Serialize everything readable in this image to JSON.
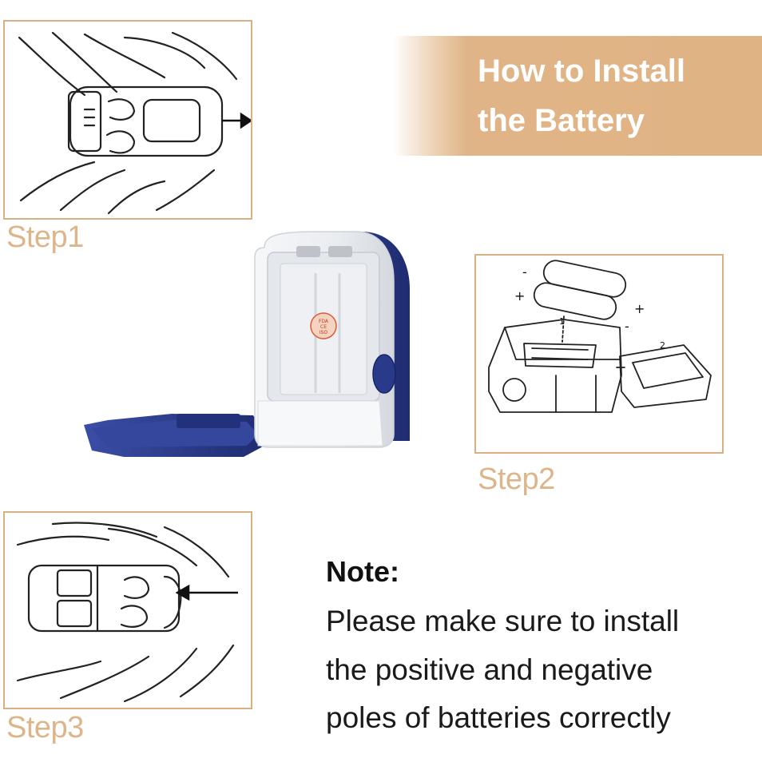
{
  "banner": {
    "line1": "How to Install",
    "line2": "the Battery"
  },
  "steps": {
    "step1": "Step1",
    "step2": "Step2",
    "step3": "Step3"
  },
  "device_label": {
    "lines": [
      "FDA",
      "CE",
      "ISO"
    ]
  },
  "step2_diagram": {
    "minus_top": "-",
    "plus_left": "+",
    "plus_right": "+",
    "minus_right": "-",
    "num1": "1",
    "num2": "2"
  },
  "note": {
    "title": "Note:",
    "line1": "Please make sure to install",
    "line2": "the positive and negative",
    "line3": "poles of batteries correctly"
  },
  "colors": {
    "accent": "#dfb384",
    "frame": "#d7b083",
    "device_blue": "#2e3f8e"
  }
}
